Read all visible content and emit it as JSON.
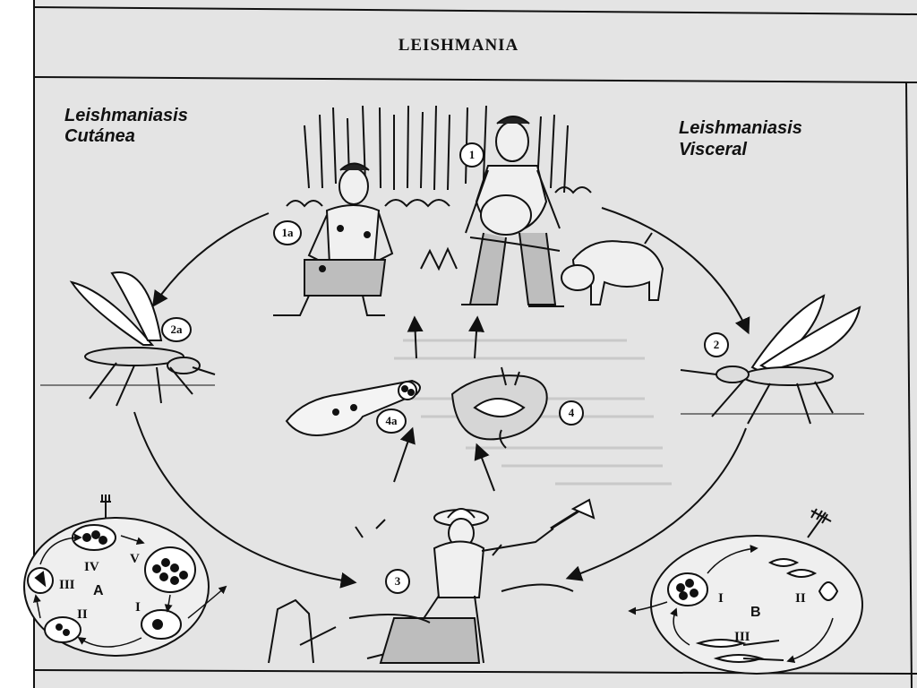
{
  "title": "LEISHMANIA",
  "labels": {
    "cutaneous_line1": "Leishmaniasis",
    "cutaneous_line2": "Cutánea",
    "visceral_line1": "Leishmaniasis",
    "visceral_line2": "Visceral"
  },
  "steps": {
    "s1": "1",
    "s1a": "1a",
    "s2": "2",
    "s2a": "2a",
    "s3": "3",
    "s4": "4",
    "s4a": "4a"
  },
  "cycle_a": {
    "label": "A",
    "stages": [
      "I",
      "II",
      "III",
      "IV",
      "V"
    ]
  },
  "cycle_b": {
    "label": "B",
    "stages": [
      "I",
      "II",
      "III"
    ]
  }
}
